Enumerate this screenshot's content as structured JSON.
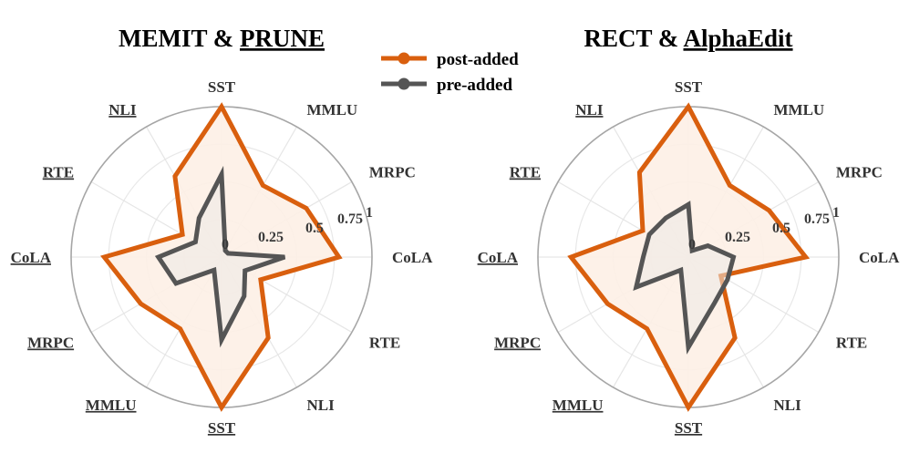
{
  "chart_data": {
    "type": "radar",
    "legend": [
      {
        "label": "post-added",
        "color": "#d95f0e"
      },
      {
        "label": "pre-added",
        "color": "#555555"
      }
    ],
    "radial_ticks": [
      "0",
      "0.25",
      "0.5",
      "0.75",
      "1"
    ],
    "rlim": [
      0,
      1
    ],
    "colors": {
      "post": "#d95f0e",
      "pre": "#555555",
      "fill_post": "#fdf0e6",
      "fill_pre": "#ece9e6"
    },
    "panels": [
      {
        "title_plain": "MEMIT & ",
        "title_underlined": "PRUNE",
        "axes": [
          "CoLA",
          "MRPC",
          "MMLU",
          "SST",
          "NLI",
          "RTE",
          "CoLA",
          "MRPC",
          "MMLU",
          "SST",
          "NLI",
          "RTE"
        ],
        "underlined": [
          false,
          false,
          false,
          false,
          true,
          true,
          true,
          true,
          true,
          true,
          false,
          false
        ],
        "series": [
          {
            "name": "post-added",
            "values": [
              0.78,
              0.65,
              0.55,
              1.0,
              0.62,
              0.3,
              0.78,
              0.62,
              0.55,
              1.0,
              0.62,
              0.3
            ]
          },
          {
            "name": "pre-added",
            "values": [
              0.42,
              0.05,
              0.05,
              0.55,
              0.3,
              0.2,
              0.42,
              0.35,
              0.1,
              0.55,
              0.3,
              0.18
            ]
          }
        ]
      },
      {
        "title_plain": "RECT & ",
        "title_underlined": "AlphaEdit",
        "axes": [
          "CoLA",
          "MRPC",
          "MMLU",
          "SST",
          "NLI",
          "RTE",
          "CoLA",
          "MRPC",
          "MMLU",
          "SST",
          "NLI",
          "RTE"
        ],
        "underlined": [
          false,
          false,
          false,
          false,
          true,
          true,
          true,
          true,
          true,
          true,
          false,
          false
        ],
        "series": [
          {
            "name": "post-added",
            "values": [
              0.78,
              0.62,
              0.55,
              1.0,
              0.65,
              0.35,
              0.78,
              0.62,
              0.55,
              1.0,
              0.62,
              0.25
            ]
          },
          {
            "name": "pre-added",
            "values": [
              0.3,
              0.15,
              0.05,
              0.35,
              0.3,
              0.3,
              0.3,
              0.4,
              0.1,
              0.6,
              0.35,
              0.3
            ]
          }
        ]
      }
    ]
  }
}
